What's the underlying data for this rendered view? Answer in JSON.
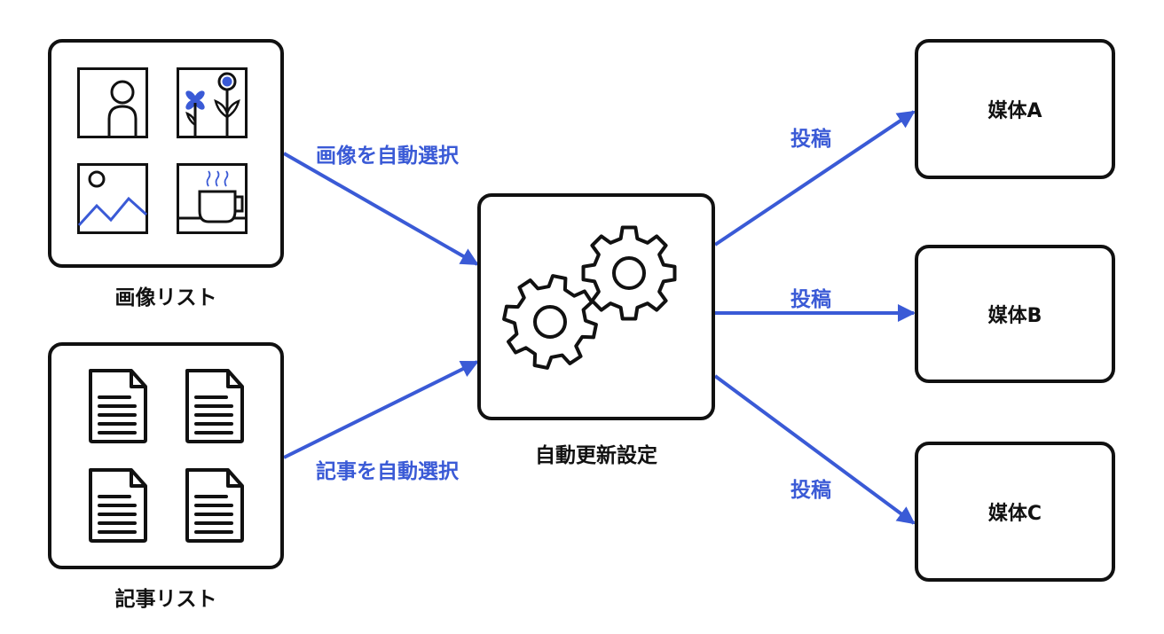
{
  "image_list": {
    "caption": "画像リスト"
  },
  "article_list": {
    "caption": "記事リスト"
  },
  "processor": {
    "caption": "自動更新設定"
  },
  "edges": {
    "select_images": "画像を自動選択",
    "select_articles": "記事を自動選択",
    "post_a": "投稿",
    "post_b": "投稿",
    "post_c": "投稿"
  },
  "media": [
    {
      "label": "媒体A"
    },
    {
      "label": "媒体B"
    },
    {
      "label": "媒体C"
    }
  ],
  "icons": {
    "image_list": [
      "person-icon",
      "flower-icon",
      "landscape-icon",
      "coffee-cup-icon"
    ],
    "article_list": [
      "document-icon",
      "document-icon",
      "document-icon",
      "document-icon"
    ],
    "processor": "gears-icon"
  },
  "colors": {
    "accent": "#3a5ad6",
    "stroke": "#111111",
    "background": "#ffffff"
  }
}
